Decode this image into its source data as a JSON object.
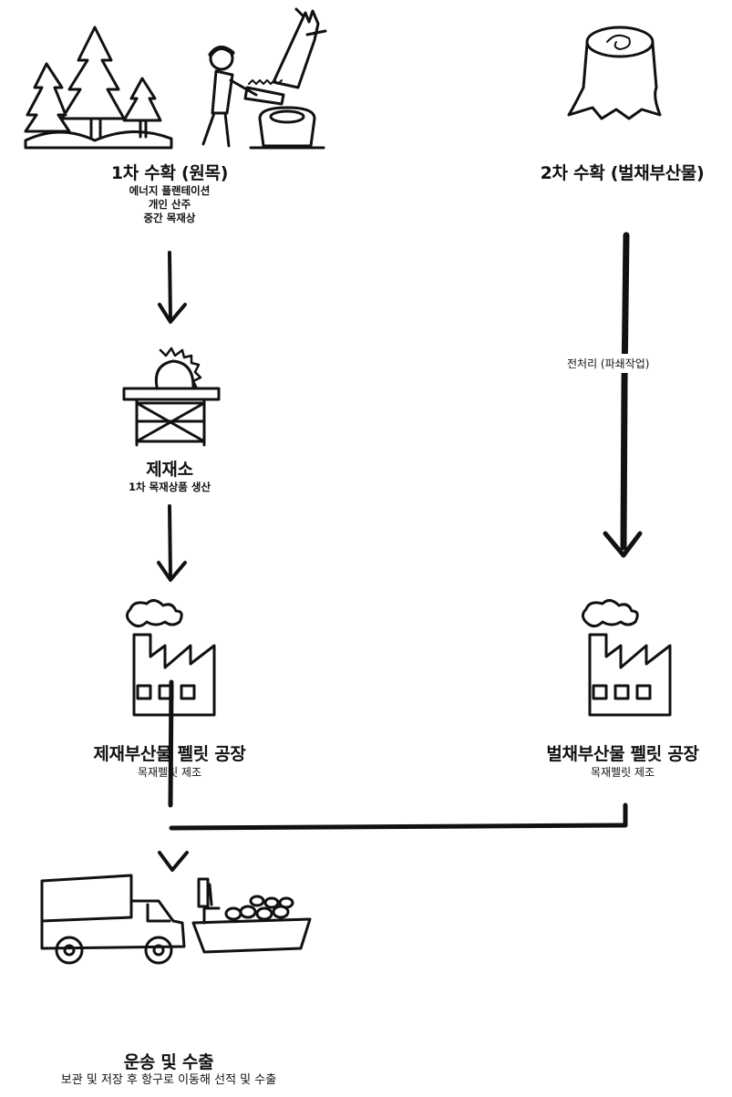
{
  "nodes": {
    "primary_harvest": {
      "title": "1차 수확 (원목)",
      "lines": [
        "에너지 플랜테이션",
        "개인 산주",
        "중간 목재상"
      ]
    },
    "secondary_harvest": {
      "title": "2차 수확 (벌채부산물)"
    },
    "sawmill": {
      "title": "제재소",
      "lines": [
        "1차 목재상품 생산"
      ]
    },
    "sawmill_pellet_plant": {
      "title": "제재부산물 펠릿 공장",
      "subtitle": "목재펠릿 제조"
    },
    "residue_pellet_plant": {
      "title": "벌채부산물 펠릿 공장",
      "subtitle": "목재펠릿 제조"
    },
    "transport_export": {
      "title": "운송 및 수출",
      "subtitle": "보관 및 저장 후 항구로 이동해 선적 및 수출"
    }
  },
  "edges": {
    "preprocessing_label": "전처리 (파쇄작업)"
  }
}
